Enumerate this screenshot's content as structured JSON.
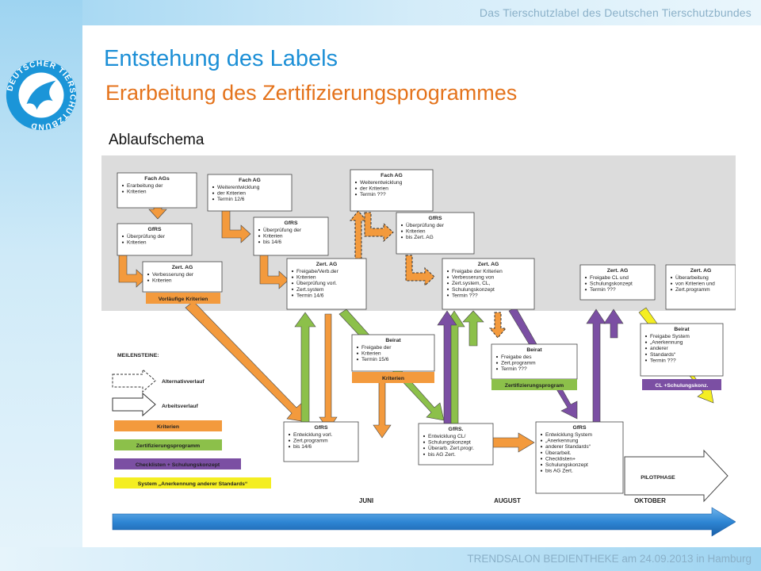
{
  "header": {
    "text": "Das Tierschutzlabel des Deutschen Tierschutzbundes"
  },
  "footer": {
    "text": "TRENDSALON BEDIENTHEKE am 24.09.2013 in Hamburg"
  },
  "logo": {
    "text": "DEUTSCHER TIERSCHUTZBUND"
  },
  "title": "Entstehung des Labels",
  "subtitle": "Erarbeitung des Zertifizierungsprogrammes",
  "label": "Ablaufschema",
  "colors": {
    "orange": "#f39a3d",
    "green": "#8cc04a",
    "purple": "#7b4fa3",
    "yellow": "#f4ee22",
    "blue": "#2e86d4",
    "title": "#1c8fd6",
    "subtitle": "#e4731c"
  },
  "boxes": [
    {
      "title": "Fach AGs",
      "lines": [
        "Erarbeitung der",
        "Kriterien"
      ]
    },
    {
      "title": "Fach AG",
      "lines": [
        "Weiterentwicklung",
        "der Kriterien",
        "Termin 12/6"
      ]
    },
    {
      "title": "GfRS",
      "lines": [
        "Überprüfung der",
        "Kriterien"
      ]
    },
    {
      "title": "GfRS",
      "lines": [
        "Überprüfung der",
        "Kriterien",
        "bis 14/6"
      ]
    },
    {
      "title": "Zert. AG",
      "lines": [
        "Verbesserung der",
        "Kriterien"
      ]
    },
    {
      "title": "Zert. AG",
      "lines": [
        "Freigabe/Verb.der",
        "Kriterien",
        "Überprüfung vorl.",
        "Zert.system",
        "Termin 14/6"
      ]
    },
    {
      "title": "Fach AG",
      "lines": [
        "Weiterentwicklung",
        "der Kriterien",
        "Termin ???"
      ]
    },
    {
      "title": "GfRS",
      "lines": [
        "Überprüfung der",
        "Kriterien",
        "bis Zert. AG"
      ]
    },
    {
      "title": "Zert. AG",
      "lines": [
        "Freigabe der Kriterien",
        "Verbesserung von",
        "Zert.system, CL,",
        "Schulungskonzept",
        "Termin ???"
      ]
    },
    {
      "title": "Zert. AG",
      "lines": [
        "Freigabe CL und",
        "Schulungskonzept",
        "Termin ???"
      ]
    },
    {
      "title": "Zert. AG",
      "lines": [
        "Überarbeitung",
        "von Kriterien und",
        "Zert.programm"
      ]
    },
    {
      "title": "Beirat",
      "lines": [
        "Freigabe der",
        "Kriterien",
        "Termin 15/6"
      ]
    },
    {
      "title": "Beirat",
      "lines": [
        "Freigabe des",
        "Zert.programm",
        "Termin ???"
      ]
    },
    {
      "title": "Beirat",
      "lines": [
        "Freigabe System",
        "„Anerkennung",
        "anderer",
        "Standards“",
        "Termin ???"
      ]
    },
    {
      "title": "GfRS",
      "lines": [
        "Entwicklung vorl.",
        "Zert.programm",
        "bis 14/6"
      ]
    },
    {
      "title": "GfRS.",
      "lines": [
        "Entwicklung CL/",
        "Schulungskonzept",
        "Überarb. Zert.progr.",
        "bis AG Zert."
      ]
    },
    {
      "title": "GfRS",
      "lines": [
        "Entwicklung System",
        "„Anerkennung",
        "anderer Standards“",
        "Überarbeit.",
        "Checklisten+",
        "Schulungskonzept",
        "bis AG Zert."
      ]
    }
  ],
  "bars": {
    "vorlaeufig": "Vorläufige Kriterien",
    "kriterien": "Kriterien",
    "zert": "Zertifizierungsprogram",
    "cl": "CL +Schulungskonz."
  },
  "legend": {
    "title": "MEILENSTEINE:",
    "alternativ": "Alternativverlauf",
    "arbeit": "Arbeitsverlauf",
    "kriterien": "Kriterien",
    "zert": "Zertifizierungsprogramm",
    "cl": "Checklisten + Schulungskonzept",
    "system": "System „Anerkennung anderer Standards“"
  },
  "timeline": {
    "juni": "JUNI",
    "august": "AUGUST",
    "oktober": "OKTOBER",
    "pilot": "PILOTPHASE"
  }
}
